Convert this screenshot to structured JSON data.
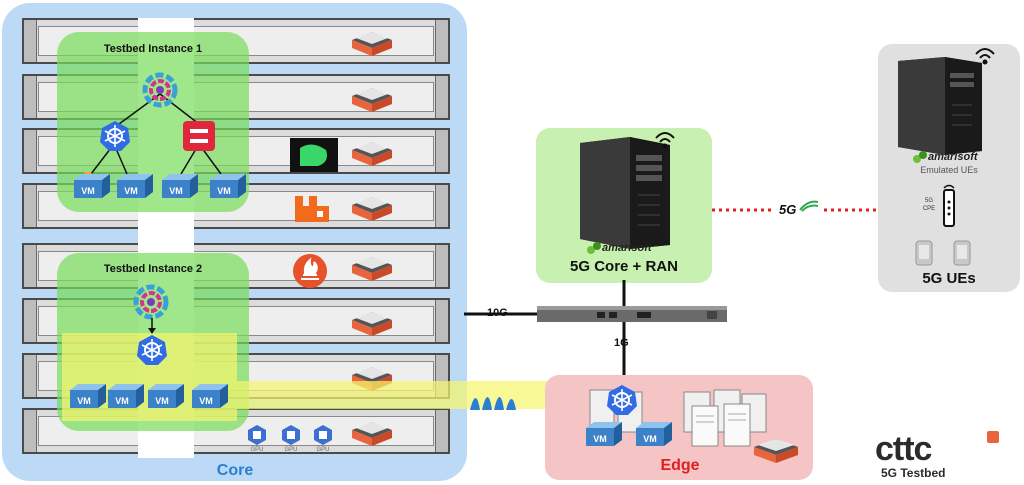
{
  "diagram": {
    "instance1_title": "Testbed Instance 1",
    "instance2_title": "Testbed Instance 2",
    "vm_label": "VM",
    "gpu_label": "GPU",
    "core_label": "Core",
    "core_ran_label": "5G Core + RAN",
    "edge_label": "Edge",
    "ues_label": "5G UEs",
    "emulated_label": "Emulated UEs",
    "cpe_line1": "5G",
    "cpe_line2": "CPE",
    "link_10g": "10G",
    "link_1g": "1G",
    "wireless_5g": "5G",
    "amarisoft_brand": "amarisoft",
    "ttc_brand": "cttc",
    "ttc_sub": "5G Testbed"
  },
  "colors": {
    "core_zone": "#bcd9f5",
    "core_text": "#2a7fd3",
    "edge_zone": "#f5c4c4",
    "edge_text": "#e02020",
    "ran_zone": "#c8f0b0",
    "ue_zone": "#e0e0e0",
    "kubernetes": "#326ce5",
    "openstack": "#e0283c",
    "vm_blue": "#3c82c8",
    "device_orange": "#e8643c"
  },
  "icons": [
    "kubernetes-icon",
    "openstack-icon",
    "cluster-manager-icon",
    "vm-icon",
    "server-appliance-icon",
    "prometheus-icon",
    "rabbitmq-icon",
    "logo-green-icon",
    "gpu-icon",
    "tower-server-icon",
    "antenna-icon",
    "switch-icon",
    "wireless-5g-icon",
    "cpe-icon",
    "phone-icon",
    "signal-icon"
  ]
}
